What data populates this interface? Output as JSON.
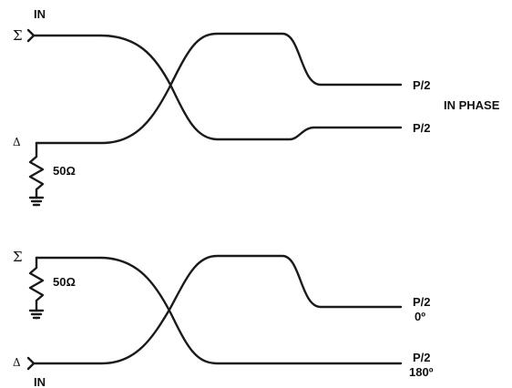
{
  "top_hybrid": {
    "in_label": "IN",
    "sum_port": "Σ",
    "delta_port": "Δ",
    "termination": "50Ω",
    "output_1": "P/2",
    "output_2": "P/2",
    "phase_note": "IN PHASE"
  },
  "bottom_hybrid": {
    "sum_port": "Σ",
    "delta_port": "Δ",
    "termination": "50Ω",
    "in_label": "IN",
    "output_1": "P/2",
    "output_1_phase": "0º",
    "output_2": "P/2",
    "output_2_phase": "180º"
  }
}
